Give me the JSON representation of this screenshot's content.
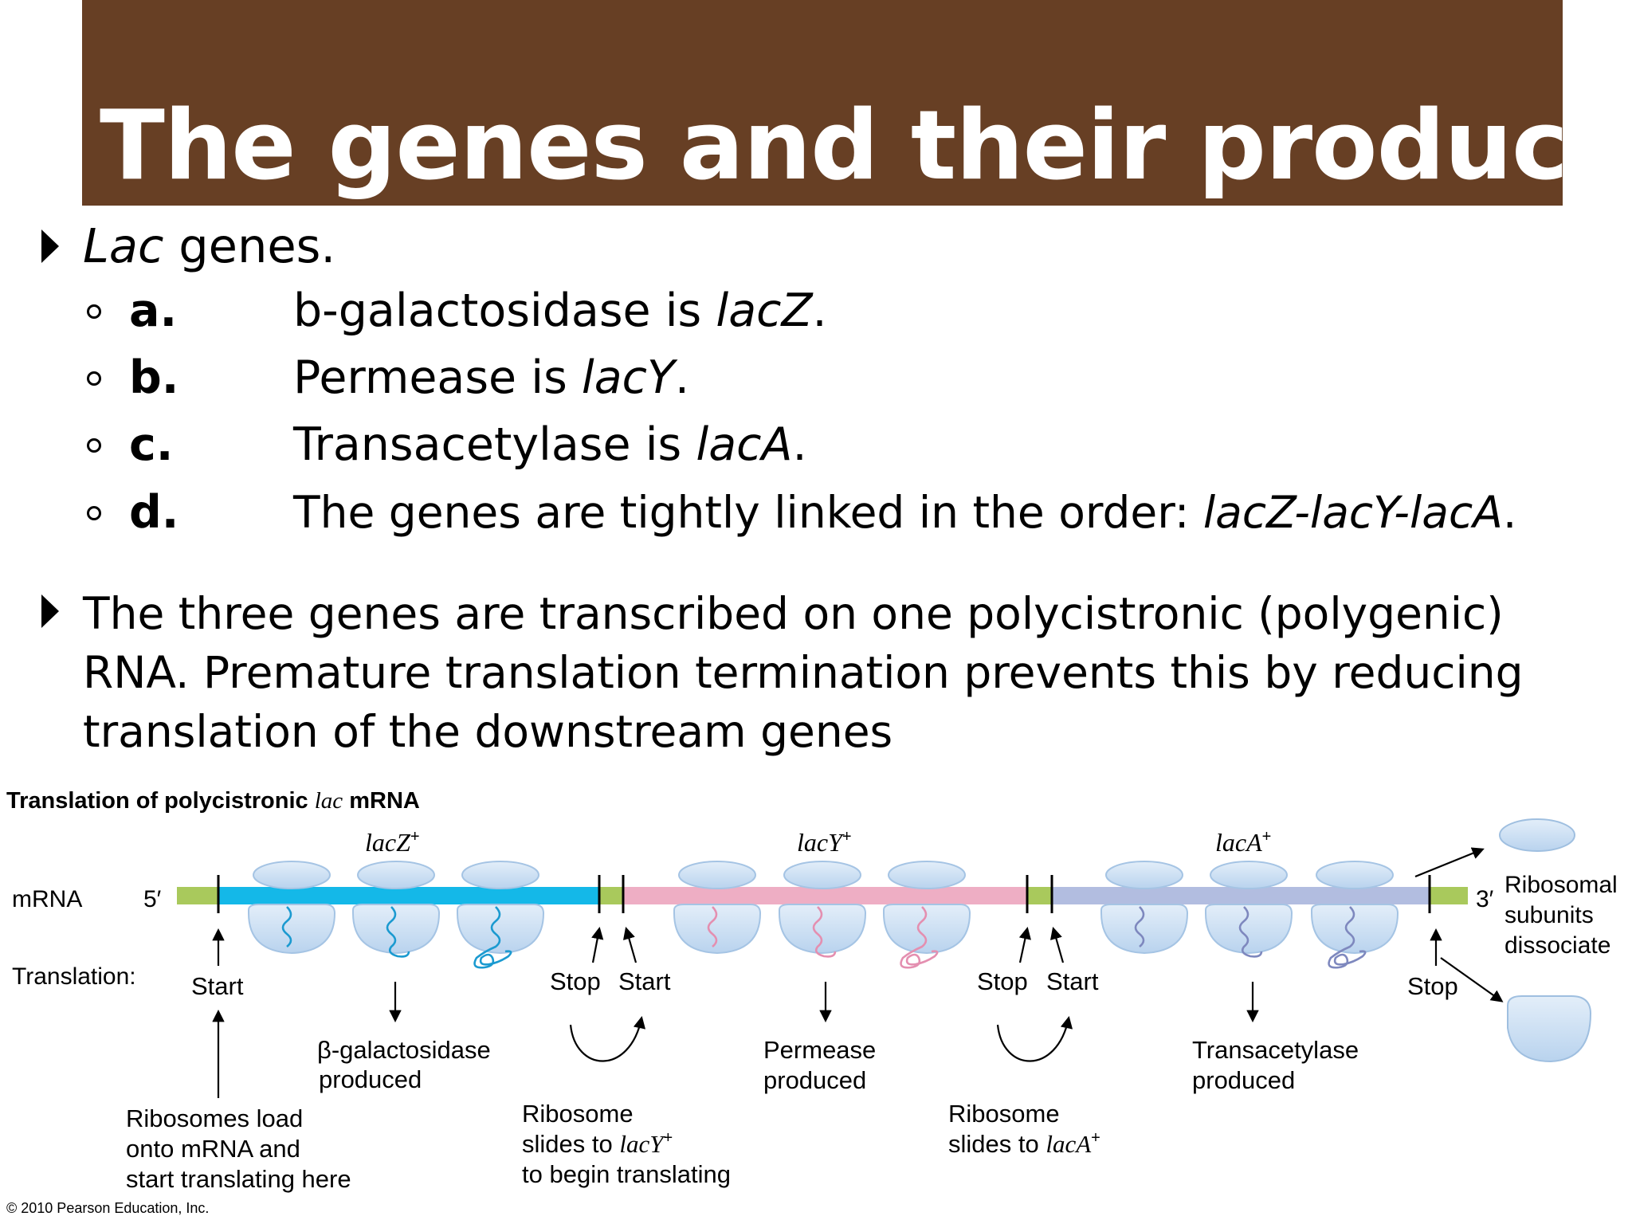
{
  "slide": {
    "title": "The genes and their product"
  },
  "bullets": {
    "b1": {
      "italic": "Lac",
      "rest": " genes."
    },
    "subs": [
      {
        "letter": "a.",
        "text": "b-galactosidase is ",
        "gene": "lacZ",
        "end": "."
      },
      {
        "letter": "b.",
        "text": "Permease is ",
        "gene": "lacY",
        "end": "."
      },
      {
        "letter": "c.",
        "text": "Transacetylase is ",
        "gene": "lacA",
        "end": "."
      },
      {
        "letter": "d.",
        "text": "The genes are tightly linked in the order: ",
        "gene": "lacZ-lacY-lacA",
        "end": "."
      }
    ],
    "b2": {
      "line1": "The three genes are transcribed on one polycistronic (polygenic)",
      "line2": "RNA. Premature translation termination prevents this by reducing",
      "line3": "translation of the downstream genes"
    }
  },
  "figure": {
    "title_a": "Translation of polycistronic ",
    "title_lac": "lac",
    "title_b": " mRNA",
    "mrna_label": "mRNA",
    "five_prime": "5′",
    "three_prime": "3′",
    "translation_label": "Translation:",
    "genes": [
      {
        "name": "lacZ",
        "sup": "+"
      },
      {
        "name": "lacY",
        "sup": "+"
      },
      {
        "name": "lacA",
        "sup": "+"
      }
    ],
    "start": "Start",
    "stop": "Stop",
    "products": {
      "z1": "β-galactosidase",
      "z2": "produced",
      "y1": "Permease",
      "y2": "produced",
      "a1": "Transacetylase",
      "a2": "produced"
    },
    "notes": {
      "load1": "Ribosomes load",
      "load2": "onto mRNA and",
      "load3": "start translating here",
      "sy1": "Ribosome",
      "sy2a": "slides to ",
      "sy2g": "lacY",
      "sy2s": "+",
      "sy3": "to begin translating",
      "sa1": "Ribosome",
      "sa2a": "slides to ",
      "sa2g": "lacA",
      "sa2s": "+"
    },
    "dissociate": {
      "l1": "Ribosomal",
      "l2": "subunits",
      "l3": "dissociate"
    },
    "copyright": "© 2010 Pearson Education, Inc.",
    "colors": {
      "lacZ": "#14b8e8",
      "lacY": "#eeaec4",
      "lacA": "#b2bde0",
      "utr": "#a9c95c",
      "ribosome": "#cfe1f3"
    }
  }
}
